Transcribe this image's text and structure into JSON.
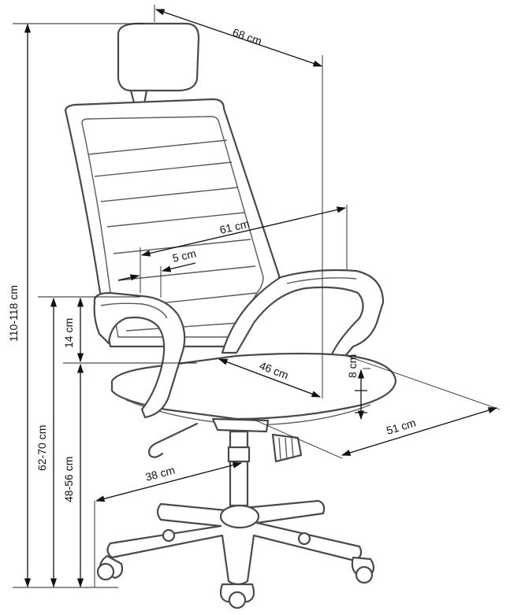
{
  "colors": {
    "outline": "#4a4a4a",
    "dimension": "#111111",
    "background": "#ffffff"
  },
  "dimensions": {
    "depth_total": "68 cm",
    "total_height": "110-118 cm",
    "backrest_width": "61 cm",
    "lumbar_offset": "5 cm",
    "armrest_height": "14 cm",
    "armrest_floor_height": "62-70 cm",
    "seat_floor_height": "48-56 cm",
    "seat_width": "46 cm",
    "seat_thickness": "8 cm",
    "seat_depth": "51 cm",
    "base_radius": "38 cm"
  }
}
